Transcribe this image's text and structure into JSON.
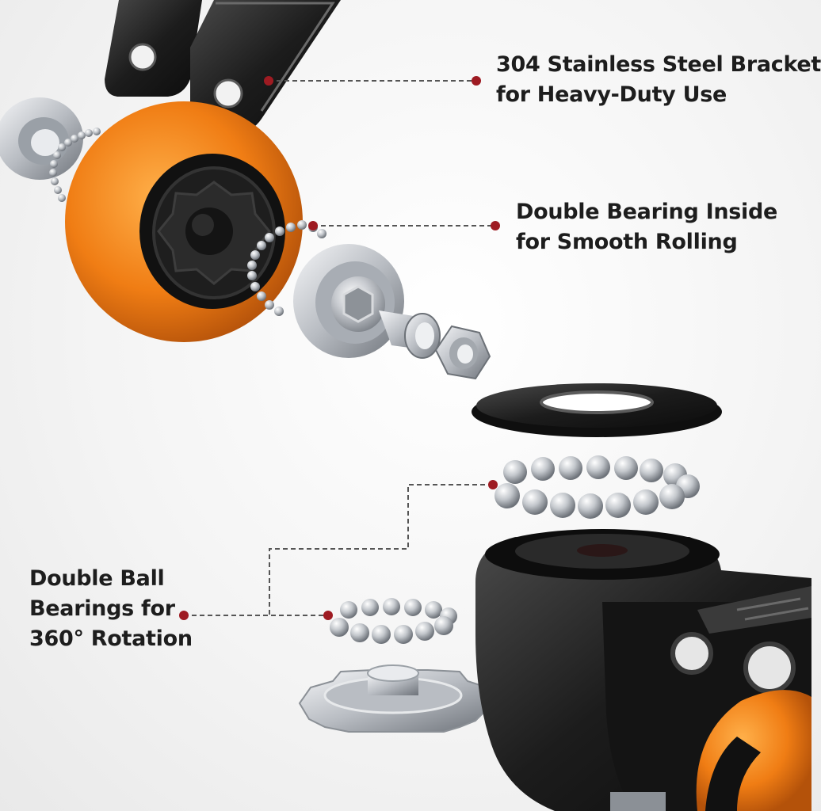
{
  "callouts": [
    {
      "lines": [
        "304 Stainless Steel Bracket",
        "for Heavy-Duty Use"
      ]
    },
    {
      "lines": [
        "Double Bearing Inside",
        "for Smooth Rolling"
      ]
    },
    {
      "lines": [
        "Double Ball",
        "Bearings for",
        "360° Rotation"
      ]
    }
  ],
  "colors": {
    "wheel_orange": "#f07d14",
    "bracket_black": "#1c1c1c",
    "steel": "#c9ccd1",
    "leader_line": "#555555",
    "callout_dot": "#9e1b22",
    "text": "#1d1d1d"
  },
  "icons": [
    "swivel-caster-wheel",
    "ball-bearing",
    "axle-bolt",
    "hex-nut",
    "steel-washer",
    "ball-bearing-ring",
    "swivel-plate"
  ]
}
